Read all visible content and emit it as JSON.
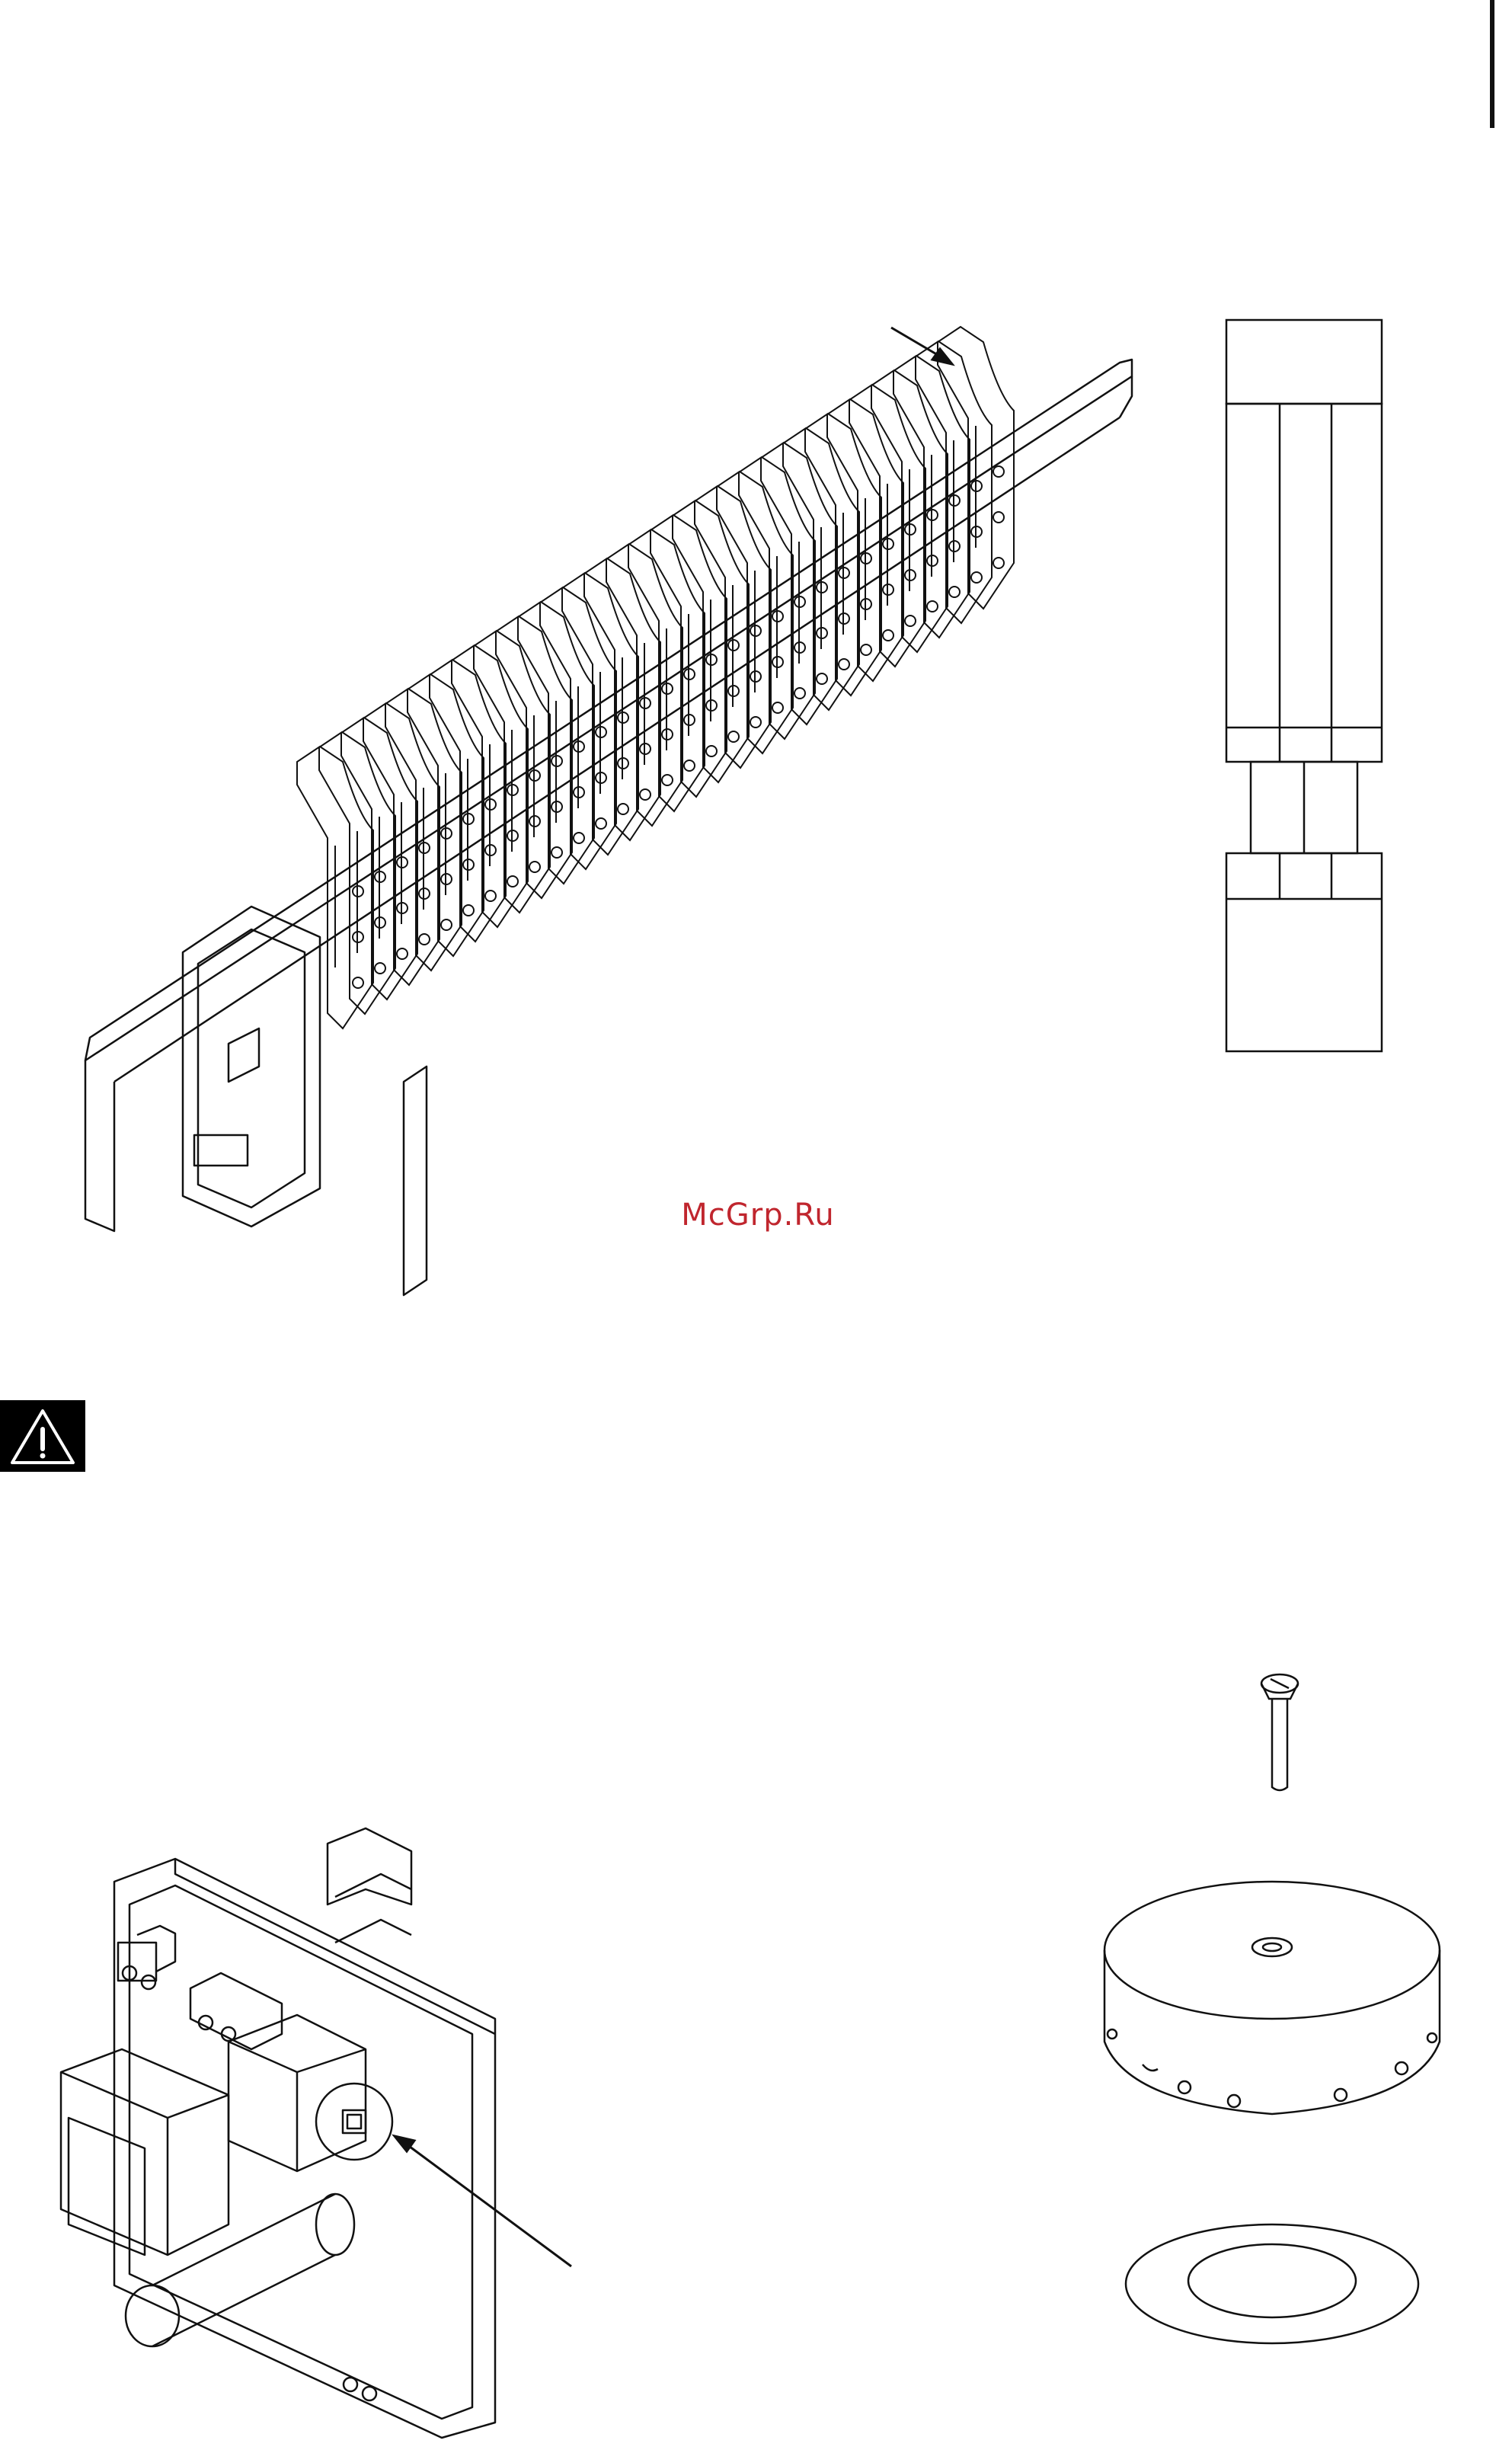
{
  "page": {
    "watermark_text": "McGrp.Ru",
    "background": "#ffffff",
    "line_color": "#111111",
    "watermark_color": "#c0262e"
  },
  "illustrations": [
    {
      "name": "terminal-block-rail",
      "icon": "din-rail-terminal-strip"
    },
    {
      "name": "terminal-block-end-view",
      "icon": "terminal-profile-outline"
    },
    {
      "name": "warning-symbol",
      "icon": "warning-triangle-icon"
    },
    {
      "name": "control-module",
      "icon": "pcb-module-with-button"
    },
    {
      "name": "screw",
      "icon": "screw-icon"
    },
    {
      "name": "round-housing",
      "icon": "round-sensor-housing"
    },
    {
      "name": "sealing-ring",
      "icon": "gasket-ring"
    }
  ]
}
